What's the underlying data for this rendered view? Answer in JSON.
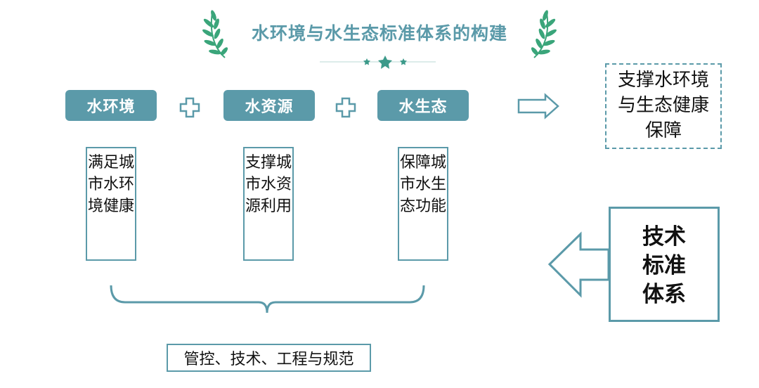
{
  "title": "水环境与水生态标准体系的构建",
  "pillars": [
    {
      "label": "水环境",
      "desc": "满足城市水环境健康"
    },
    {
      "label": "水资源",
      "desc": "支撑城市水资源利用"
    },
    {
      "label": "水生态",
      "desc": "保障城市水生态功能"
    }
  ],
  "support_text": "支撑水环境与生态健康保障",
  "tech_text": "技术标准体系",
  "bottom_text": "管控、技术、工程与规范",
  "colors": {
    "accent": "#5b9aa9",
    "laurel": "#3aa57a",
    "star": "#3c9a8a"
  }
}
